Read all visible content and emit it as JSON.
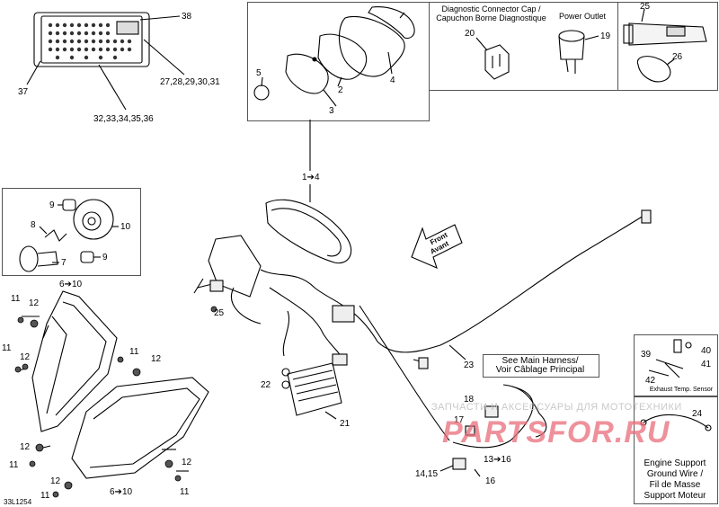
{
  "diagram_code": "33L1254",
  "notes": {
    "diag_cap": [
      "Diagnostic Connector Cap /",
      "Capuchon Borne Diagnostique"
    ],
    "power_outlet": "Power Outlet",
    "main_harness": [
      "See Main Harness/",
      "Voir Câblage Principal"
    ],
    "exhaust_sensor": "Exhaust Temp. Sensor",
    "engine_support": [
      "Engine Support",
      "Ground Wire /",
      "Fil de Masse",
      "Support Moteur"
    ],
    "front": "Front",
    "avant": "Avant"
  },
  "callouts": {
    "c38": "38",
    "c27": "27,28,29,30,31",
    "c37": "37",
    "c32": "32,33,34,35,36",
    "c4": "4",
    "c5": "5",
    "c2": "2",
    "c3": "3",
    "c20": "20",
    "c19": "19",
    "c25": "25",
    "c26": "26",
    "c1to4": "1➔4",
    "c9a": "9",
    "c10": "10",
    "c8": "8",
    "c7": "7",
    "c9b": "9",
    "c6to10a": "6➔10",
    "c25b": "25",
    "c11a": "11",
    "c12a": "12",
    "c11b": "11",
    "c12b": "12",
    "c11c": "11",
    "c12c": "12",
    "c12d": "12",
    "c11d": "11",
    "c12e": "12",
    "c11e": "11",
    "c12f": "12",
    "c11f": "11",
    "c6to10b": "6➔10",
    "c22": "22",
    "c21": "21",
    "c23": "23",
    "c18": "18",
    "c17": "17",
    "c13to16": "13➔16",
    "c14": "14,15",
    "c16": "16",
    "c39": "39",
    "c40": "40",
    "c41": "41",
    "c42": "42",
    "c24": "24"
  },
  "watermark": {
    "line": "ЗАПЧАСТИ И АКСЕССУАРЫ ДЛЯ МОТОТЕХНИКИ",
    "logo": "PARTSFOR.RU"
  }
}
